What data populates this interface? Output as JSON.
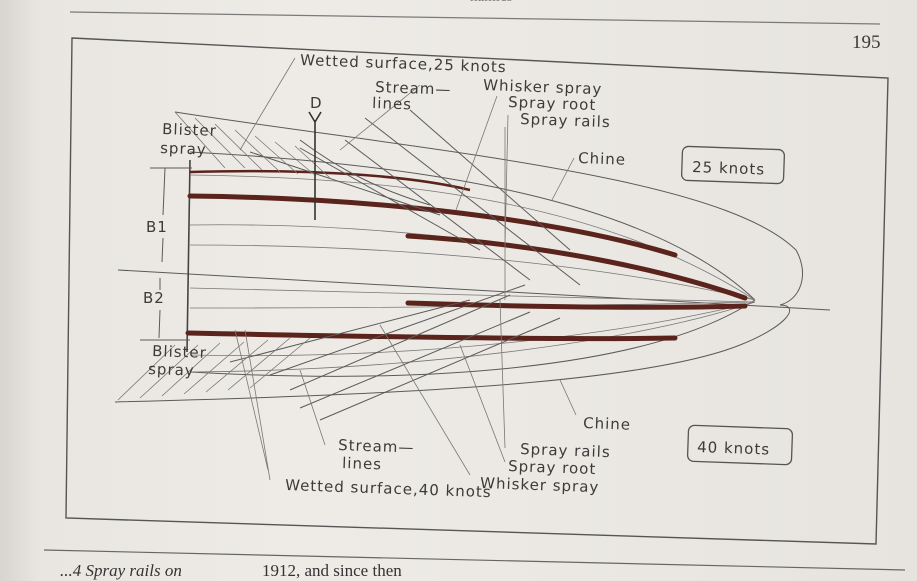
{
  "page": {
    "number": "195",
    "running_head": "namics",
    "caption_fragment": "...4 Spray rails on",
    "body_fragment": "1912, and since then"
  },
  "diagram": {
    "labels": {
      "wetted_surface_25": "Wetted surface,25 knots",
      "stream_lines_top_1": "Stream—",
      "stream_lines_top_2": "lines",
      "whisker_spray_top": "Whisker spray",
      "spray_root_top": "Spray root",
      "spray_rails_top": "Spray rails",
      "d_label": "D",
      "blister_spray_top_1": "Blister",
      "blister_spray_top_2": "spray",
      "chine_top": "Chine",
      "speed_25": "25 knots",
      "b1": "B1",
      "b2": "B2",
      "blister_spray_bottom_1": "Blister",
      "blister_spray_bottom_2": "spray",
      "chine_bottom": "Chine",
      "speed_40": "40 knots",
      "stream_lines_bottom_1": "Stream—",
      "stream_lines_bottom_2": "lines",
      "spray_rails_bottom": "Spray rails",
      "spray_root_bottom": "Spray root",
      "whisker_spray_bottom": "Whisker spray",
      "wetted_surface_40": "Wetted surface,40 knots"
    }
  }
}
